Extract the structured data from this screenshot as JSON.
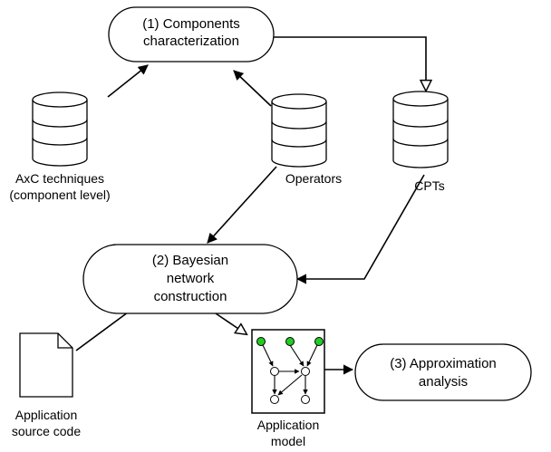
{
  "nodes": {
    "components": {
      "lines": [
        "(1) Components",
        "characterization"
      ]
    },
    "bayesian": {
      "lines": [
        "(2) Bayesian",
        "network",
        "construction"
      ]
    },
    "approximation": {
      "lines": [
        "(3) Approximation",
        "analysis"
      ]
    },
    "axc_db": {
      "lines": [
        "AxC techniques",
        "(component level)"
      ]
    },
    "operators_db": {
      "lines": [
        "Operators"
      ]
    },
    "cpts_db": {
      "lines": [
        "CPTs"
      ]
    },
    "source_doc": {
      "lines": [
        "Application",
        "source code"
      ]
    },
    "app_model": {
      "lines": [
        "Application",
        "model"
      ]
    }
  },
  "colors": {
    "root_node_fill": "#22cc22",
    "node_fill": "#ffffff",
    "stroke": "#000000"
  },
  "icons": {
    "database": "database-cylinder-icon",
    "document": "document-icon",
    "network": "bayesian-network-icon"
  }
}
